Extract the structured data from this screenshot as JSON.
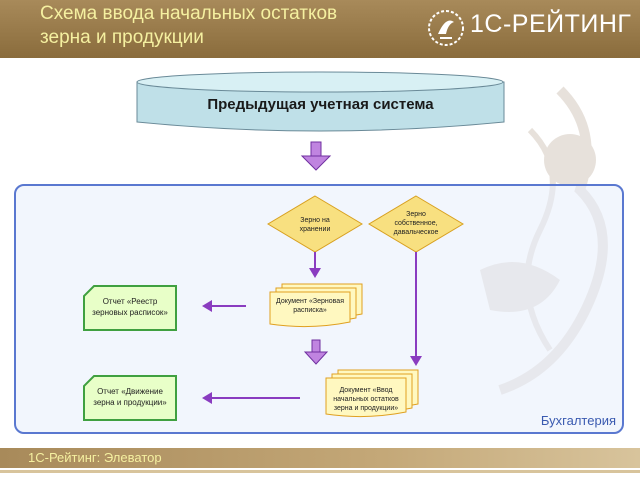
{
  "header": {
    "title_line1": "Схема ввода начальных остатков",
    "title_line2": "зерна и продукции",
    "logo_text": "1С-РЕЙТИНГ",
    "logo_icon": "1c-rating-emblem-icon",
    "watermark_icon": "ornament-watermark-icon"
  },
  "colors": {
    "header_bg": "#8a6c3c",
    "header_text": "#f5f0a0",
    "cylinder_fill": "#bfe0e8",
    "region_border": "#5a78d0",
    "diamond_fill": "#f8e080",
    "document_fill": "#fff8c0",
    "document_border": "#e0a020",
    "report_fill": "#e8ffc8",
    "report_border": "#40a040",
    "arrow": "#8a3cc0"
  },
  "diagram": {
    "source_system": "Предыдущая учетная система",
    "region_label": "Бухгалтерия",
    "decision_storage": "Зерно на хранении",
    "decision_own": "Зерно собственное, давальческое",
    "document_receipts": "Документ «Зерновая расписка»",
    "document_balances": "Документ «Ввод начальных остатков зерна и продукции»",
    "report_registry": "Отчет «Реестр зерновых расписок»",
    "report_movement": "Отчет «Движение зерна и продукции»"
  },
  "footer": {
    "text": "1С-Рейтинг: Элеватор"
  }
}
